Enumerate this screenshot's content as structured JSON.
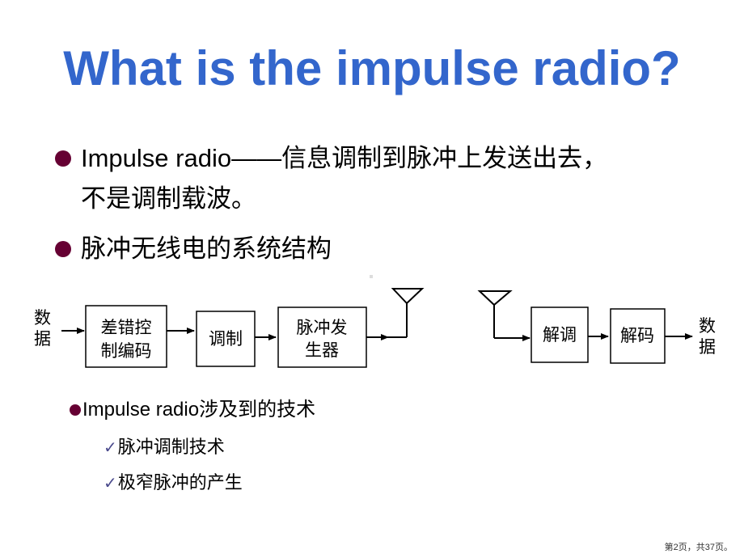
{
  "slide": {
    "title": "What is the impulse radio?",
    "bullets": [
      {
        "line1": "Impulse radio——信息调制到脉冲上发送出去，",
        "line2": "不是调制载波。"
      },
      {
        "line1": "脉冲无线电的系统结构"
      }
    ],
    "diagram": {
      "input_label_1": "数",
      "input_label_2": "据",
      "output_label_1": "数",
      "output_label_2": "据",
      "blocks": [
        {
          "line1": "差错控",
          "line2": "制编码"
        },
        {
          "line1": "调制"
        },
        {
          "line1": "脉冲发",
          "line2": "生器"
        },
        {
          "line1": "解调"
        },
        {
          "line1": "解码"
        }
      ]
    },
    "sub_bullet": "Impulse radio涉及到的技术",
    "checks": [
      {
        "mark": "✓",
        "text": "脉冲调制技术"
      },
      {
        "mark": "✓",
        "text": "极窄脉冲的产生"
      }
    ],
    "footer": "第2页，共37页。",
    "colors": {
      "title": "#3366CC",
      "bullet": "#660033"
    }
  }
}
